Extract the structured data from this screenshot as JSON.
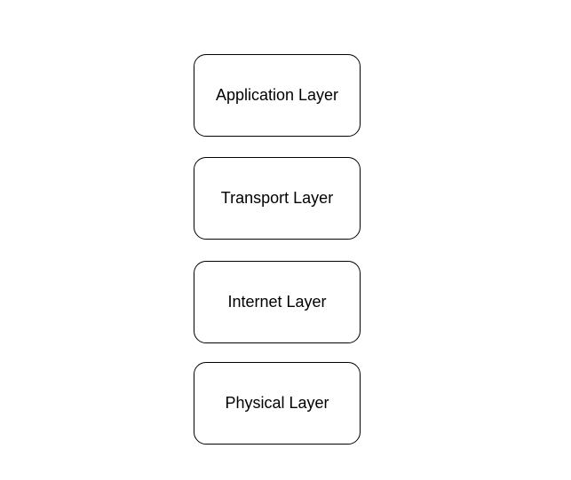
{
  "diagram": {
    "layers": [
      {
        "label": "Application Layer"
      },
      {
        "label": "Transport Layer"
      },
      {
        "label": "Internet Layer"
      },
      {
        "label": "Physical Layer"
      }
    ]
  },
  "colors": {
    "border": "#000000",
    "background": "#ffffff",
    "text": "#000000"
  }
}
